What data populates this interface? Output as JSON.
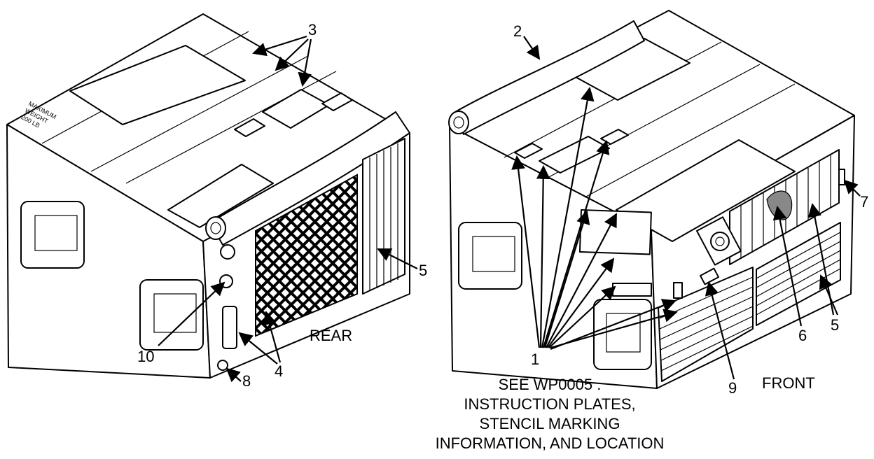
{
  "views": {
    "rear": "REAR",
    "front": "FRONT"
  },
  "callouts": {
    "c1": "1",
    "c2": "2",
    "c3": "3",
    "c4": "4",
    "c5a": "5",
    "c5b": "5",
    "c6": "6",
    "c7": "7",
    "c8": "8",
    "c9": "9",
    "c10": "10"
  },
  "caption": [
    "SEE WP0005 .",
    "INSTRUCTION PLATES,",
    "STENCIL MARKING",
    "INFORMATION, AND LOCATION"
  ],
  "stencil": [
    "MAXIMUM",
    "WEIGHT",
    "200 LB"
  ]
}
